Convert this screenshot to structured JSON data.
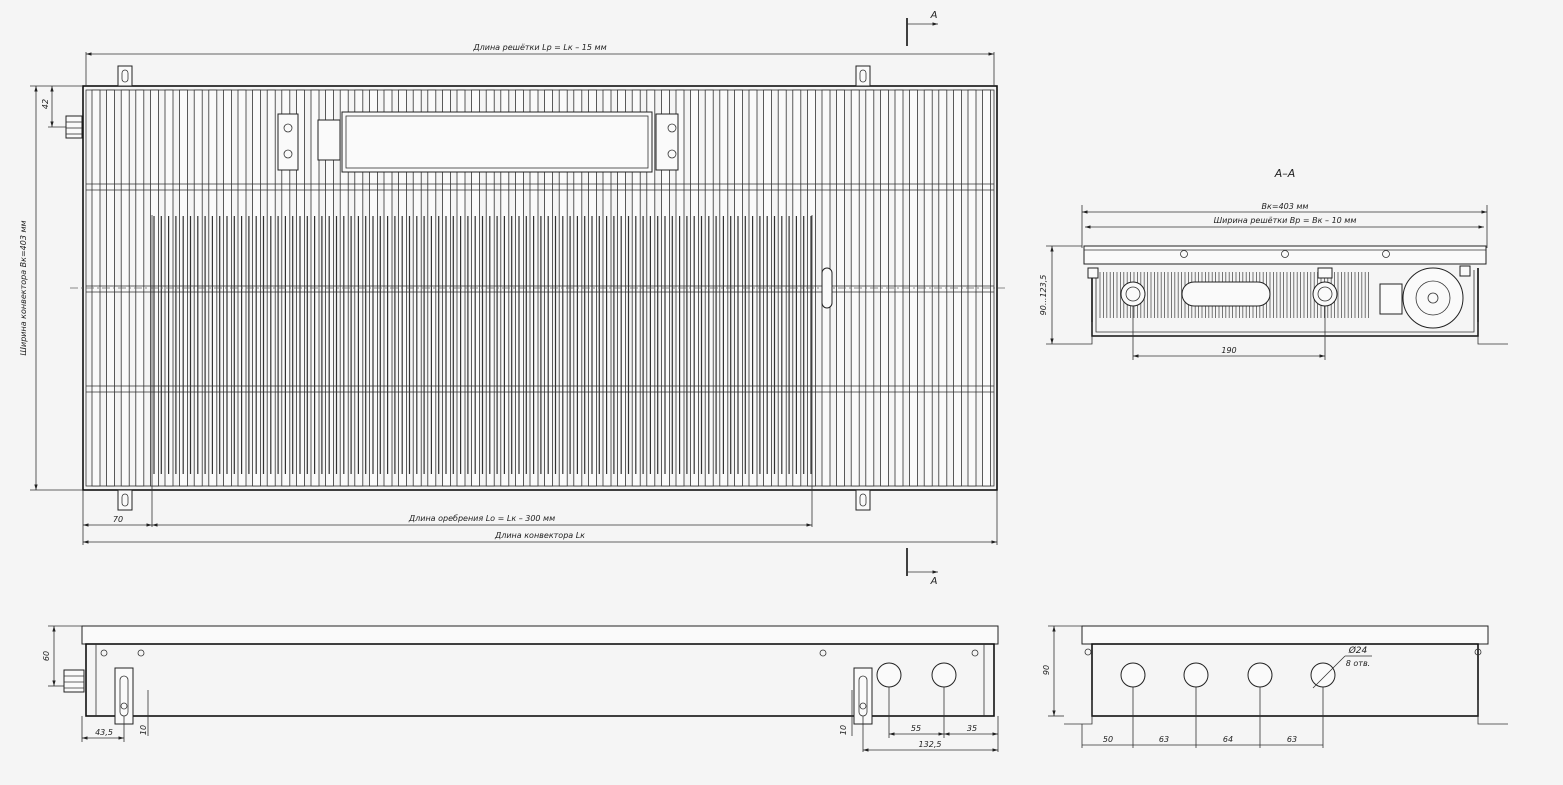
{
  "labels": {
    "grate_length": "Длина решётки Lp = Lк – 15 мм",
    "width_label": "Ширина конвектора Bк=403 мм",
    "dim_42": "42",
    "dim_70": "70",
    "opening_length": "Длина оребрения Lo = Lк – 300 мм",
    "convector_length": "Длина конвектора Lк",
    "section_mark_top": "A",
    "section_mark_bottom": "A",
    "section_title": "A–A",
    "bk": "Bк=403 мм",
    "grate_width": "Ширина решётки Bp = Bк – 10 мм",
    "height_range": "90...123,5",
    "dim_190": "190",
    "dim_60": "60",
    "dim_43_5": "43,5",
    "dim_10_left": "10",
    "dim_10_right": "10",
    "dim_55": "55",
    "dim_35": "35",
    "dim_132_5": "132,5",
    "dim_90": "90",
    "hole_dia": "Ø24",
    "hole_count": "8 отв.",
    "dim_50": "50",
    "dim_63a": "63",
    "dim_64": "64",
    "dim_63b": "63"
  },
  "colors": {
    "line": "#222222",
    "background": "#f5f5f5"
  }
}
